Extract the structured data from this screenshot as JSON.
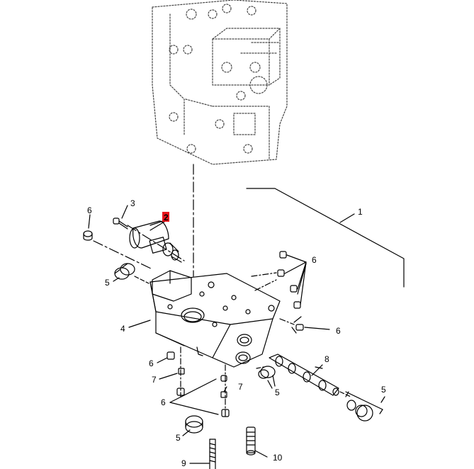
{
  "diagram": {
    "labels": {
      "l1": "1",
      "l2": "2",
      "l3": "3",
      "l4": "4",
      "l5a": "5",
      "l5b": "5",
      "l5c": "5",
      "l5d": "5",
      "l6a": "6",
      "l6b": "6",
      "l6c": "6",
      "l6d": "6",
      "l6e": "6",
      "l7a": "7",
      "l7b": "7",
      "l8": "8",
      "l9": "9",
      "l10": "10"
    },
    "highlighted_callout": "2",
    "highlight_color": "#e8141b"
  }
}
